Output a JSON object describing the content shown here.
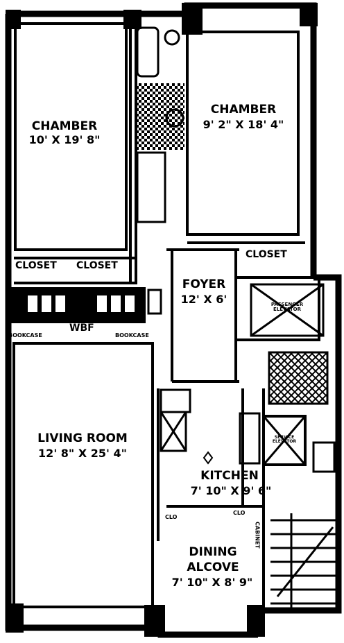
{
  "rooms": {
    "chamber_1": {
      "name": "CHAMBER",
      "size": "10' X 19' 8\""
    },
    "chamber_2": {
      "name": "CHAMBER",
      "size": "9' 2\" X 18' 4\""
    },
    "foyer": {
      "name": "FOYER",
      "size": "12' X 6'"
    },
    "living_room": {
      "name": "LIVING ROOM",
      "size": "12' 8\" X 25' 4\""
    },
    "kitchen": {
      "name": "KITCHEN",
      "size": "7' 10\" X 9' 6\""
    },
    "dining": {
      "line1": "DINING",
      "line2": "ALCOVE",
      "size": "7' 10\" X 8' 9\""
    }
  },
  "labels": {
    "closet_left": "CLOSET",
    "closet_mid": "CLOSET",
    "closet_right": "CLOSET",
    "wbf": "WBF",
    "bookcase_left": "BOOKCASE",
    "bookcase_right": "BOOKCASE",
    "clo_left": "CLO",
    "clo_right": "CLO",
    "cabinet": "CABINET"
  },
  "fixtures": {
    "passenger_elevator": "PASSENGER ELEVATOR",
    "service_elevator": "SERVICE ELEVATOR"
  }
}
